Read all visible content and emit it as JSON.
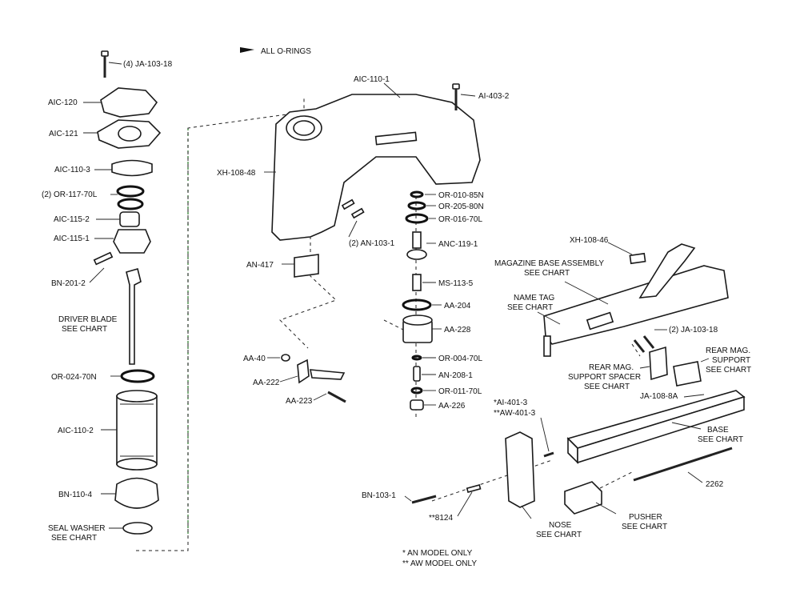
{
  "legend": {
    "text": "ALL O-RINGS",
    "icon": "o-ring-marker-icon"
  },
  "left_column": [
    {
      "id": "ja-103-18-top",
      "text": "(4) JA-103-18"
    },
    {
      "id": "aic-120",
      "text": "AIC-120"
    },
    {
      "id": "aic-121",
      "text": "AIC-121"
    },
    {
      "id": "aic-110-3",
      "text": "AIC-110-3"
    },
    {
      "id": "or-117-70l",
      "text": "(2) OR-117-70L"
    },
    {
      "id": "aic-115-2",
      "text": "AIC-115-2"
    },
    {
      "id": "aic-115-1",
      "text": "AIC-115-1"
    },
    {
      "id": "bn-201-2",
      "text": "BN-201-2"
    },
    {
      "id": "driver-blade-1",
      "text": "DRIVER BLADE"
    },
    {
      "id": "driver-blade-2",
      "text": "SEE CHART"
    },
    {
      "id": "or-024-70n",
      "text": "OR-024-70N"
    },
    {
      "id": "aic-110-2",
      "text": "AIC-110-2"
    },
    {
      "id": "bn-110-4",
      "text": "BN-110-4"
    },
    {
      "id": "seal-washer-1",
      "text": "SEAL WASHER"
    },
    {
      "id": "seal-washer-2",
      "text": "SEE CHART"
    }
  ],
  "center": [
    {
      "id": "aic-110-1",
      "text": "AIC-110-1"
    },
    {
      "id": "ai-403-2",
      "text": "AI-403-2"
    },
    {
      "id": "xh-108-48",
      "text": "XH-108-48"
    },
    {
      "id": "an-103-1",
      "text": "(2) AN-103-1"
    },
    {
      "id": "an-417",
      "text": "AN-417"
    },
    {
      "id": "aa-40",
      "text": "AA-40"
    },
    {
      "id": "aa-222",
      "text": "AA-222"
    },
    {
      "id": "aa-223",
      "text": "AA-223"
    },
    {
      "id": "or-010-85n",
      "text": "OR-010-85N"
    },
    {
      "id": "or-205-80n",
      "text": "OR-205-80N"
    },
    {
      "id": "or-016-70l",
      "text": "OR-016-70L"
    },
    {
      "id": "anc-119-1",
      "text": "ANC-119-1"
    },
    {
      "id": "ms-113-5",
      "text": "MS-113-5"
    },
    {
      "id": "aa-204",
      "text": "AA-204"
    },
    {
      "id": "aa-228",
      "text": "AA-228"
    },
    {
      "id": "or-004-70l",
      "text": "OR-004-70L"
    },
    {
      "id": "an-208-1",
      "text": "AN-208-1"
    },
    {
      "id": "or-011-70l",
      "text": "OR-011-70L"
    },
    {
      "id": "aa-226",
      "text": "AA-226"
    }
  ],
  "right": [
    {
      "id": "xh-108-46",
      "text": "XH-108-46"
    },
    {
      "id": "mag-base-1",
      "text": "MAGAZINE BASE ASSEMBLY"
    },
    {
      "id": "mag-base-2",
      "text": "SEE CHART"
    },
    {
      "id": "name-tag-1",
      "text": "NAME TAG"
    },
    {
      "id": "name-tag-2",
      "text": "SEE CHART"
    },
    {
      "id": "ja-103-18-right",
      "text": "(2) JA-103-18"
    },
    {
      "id": "rear-mag-support-1",
      "text": "REAR MAG."
    },
    {
      "id": "rear-mag-support-2",
      "text": "SUPPORT"
    },
    {
      "id": "rear-mag-support-3",
      "text": "SEE CHART"
    },
    {
      "id": "rear-mag-spacer-1",
      "text": "REAR MAG."
    },
    {
      "id": "rear-mag-spacer-2",
      "text": "SUPPORT SPACER"
    },
    {
      "id": "rear-mag-spacer-3",
      "text": "SEE CHART"
    },
    {
      "id": "ja-108-8a",
      "text": "JA-108-8A"
    },
    {
      "id": "ai-401-3",
      "text": "*AI-401-3"
    },
    {
      "id": "aw-401-3",
      "text": "**AW-401-3"
    },
    {
      "id": "base-1",
      "text": "BASE"
    },
    {
      "id": "base-2",
      "text": "SEE CHART"
    },
    {
      "id": "bn-103-1",
      "text": "BN-103-1"
    },
    {
      "id": "p-8124",
      "text": "**8124"
    },
    {
      "id": "nose-1",
      "text": "NOSE"
    },
    {
      "id": "nose-2",
      "text": "SEE CHART"
    },
    {
      "id": "pusher-1",
      "text": "PUSHER"
    },
    {
      "id": "pusher-2",
      "text": "SEE CHART"
    },
    {
      "id": "p-2262",
      "text": "2262"
    }
  ],
  "footnotes": [
    "* AN MODEL ONLY",
    "** AW MODEL ONLY"
  ]
}
